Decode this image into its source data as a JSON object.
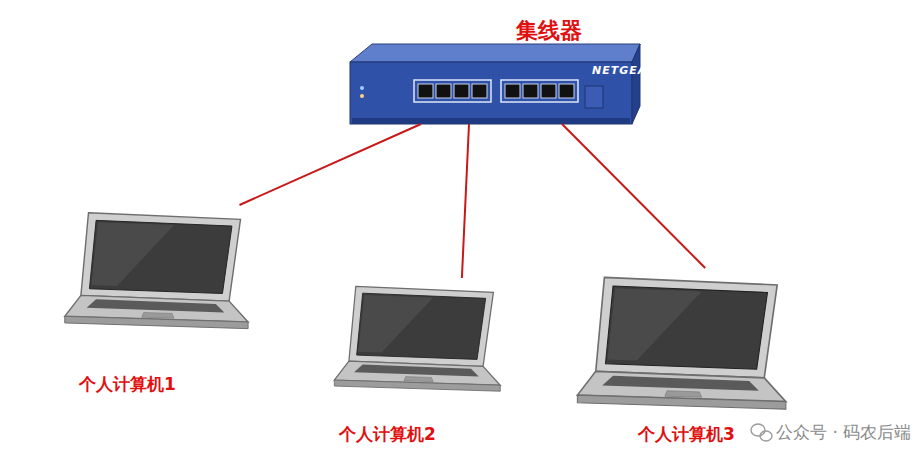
{
  "diagram": {
    "nodes": [
      {
        "text": [
          "集线器"
        ]
      },
      {
        "text": [
          "个人计算机1"
        ]
      },
      {
        "text": [
          "个人计算机2"
        ]
      },
      {
        "text": [
          "个人计算机3"
        ]
      }
    ],
    "edges": [
      {
        "from": 0,
        "to": 1,
        "arrow": "none"
      },
      {
        "from": 0,
        "to": 2,
        "arrow": "none"
      },
      {
        "from": 0,
        "to": 3,
        "arrow": "none"
      }
    ],
    "labels": [
      "NETGEAR",
      "公众号 · 码农后端"
    ]
  }
}
